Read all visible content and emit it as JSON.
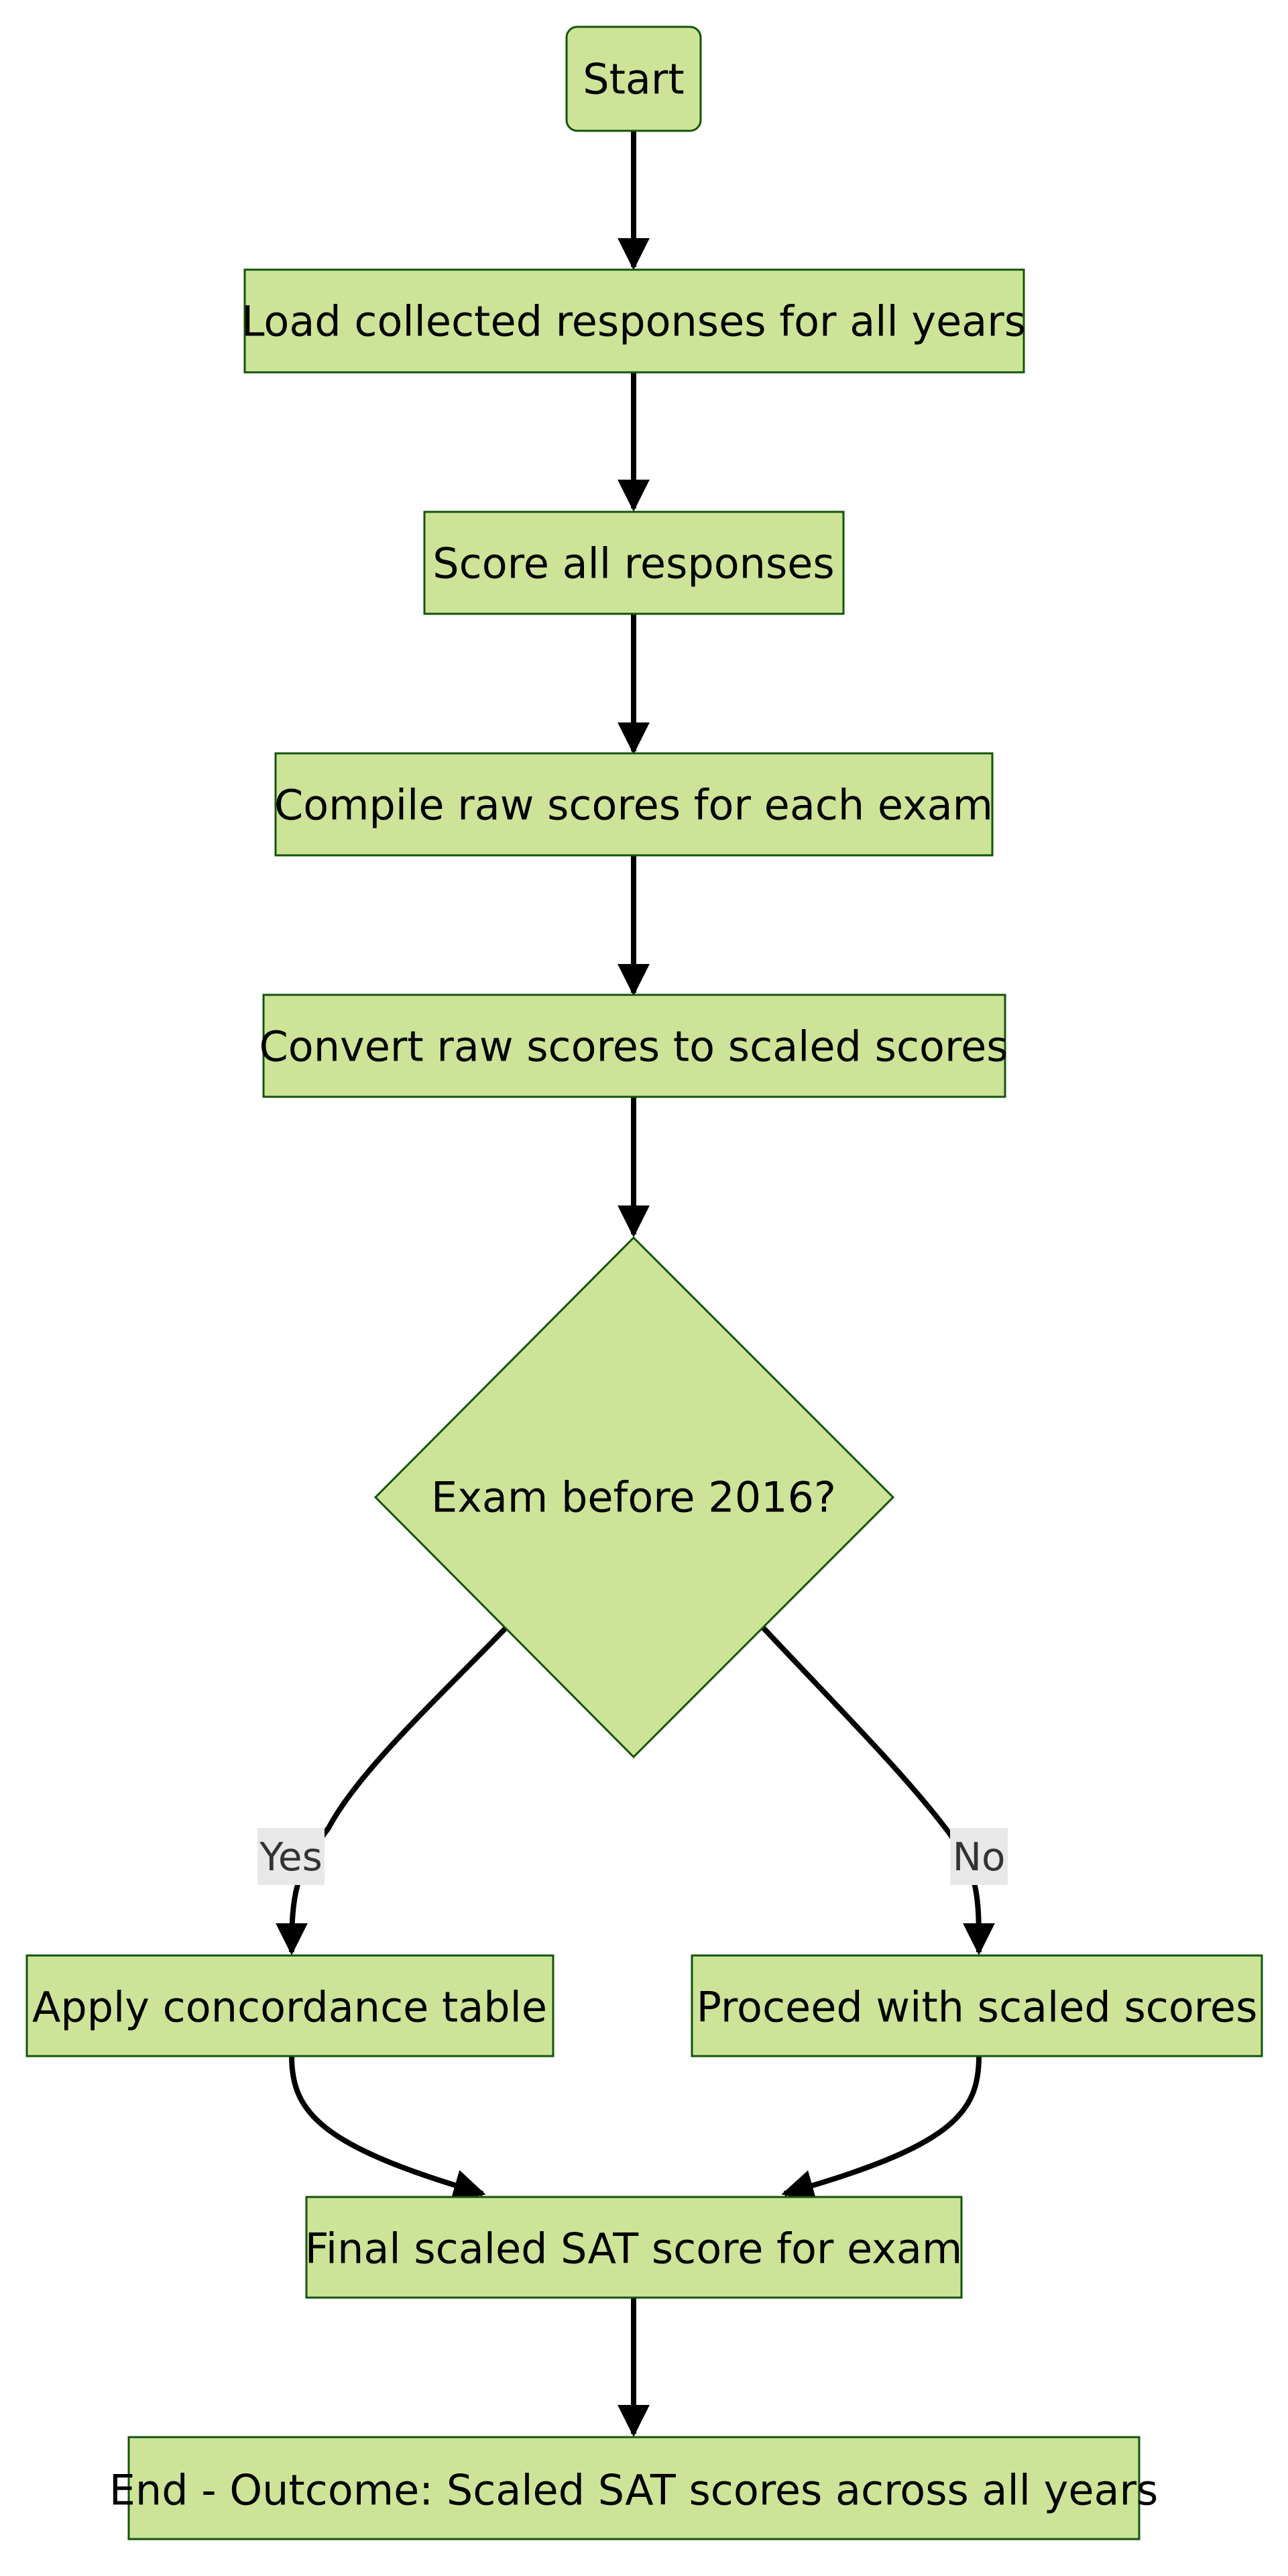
{
  "nodes": {
    "start": "Start",
    "load": "Load collected responses for all years",
    "score": "Score all responses",
    "compile": "Compile raw scores for each exam",
    "convert": "Convert raw scores to scaled scores",
    "decision": "Exam before 2016?",
    "concord": "Apply concordance table",
    "proceed": "Proceed with scaled scores",
    "final": "Final scaled SAT score for exam",
    "end": "End - Outcome: Scaled SAT scores across all years"
  },
  "edges": {
    "yes": "Yes",
    "no": "No"
  },
  "colors": {
    "node_fill": "#cde498",
    "node_stroke": "#13540c",
    "edge": "#000000",
    "label_bg": "#e8e8e8"
  }
}
